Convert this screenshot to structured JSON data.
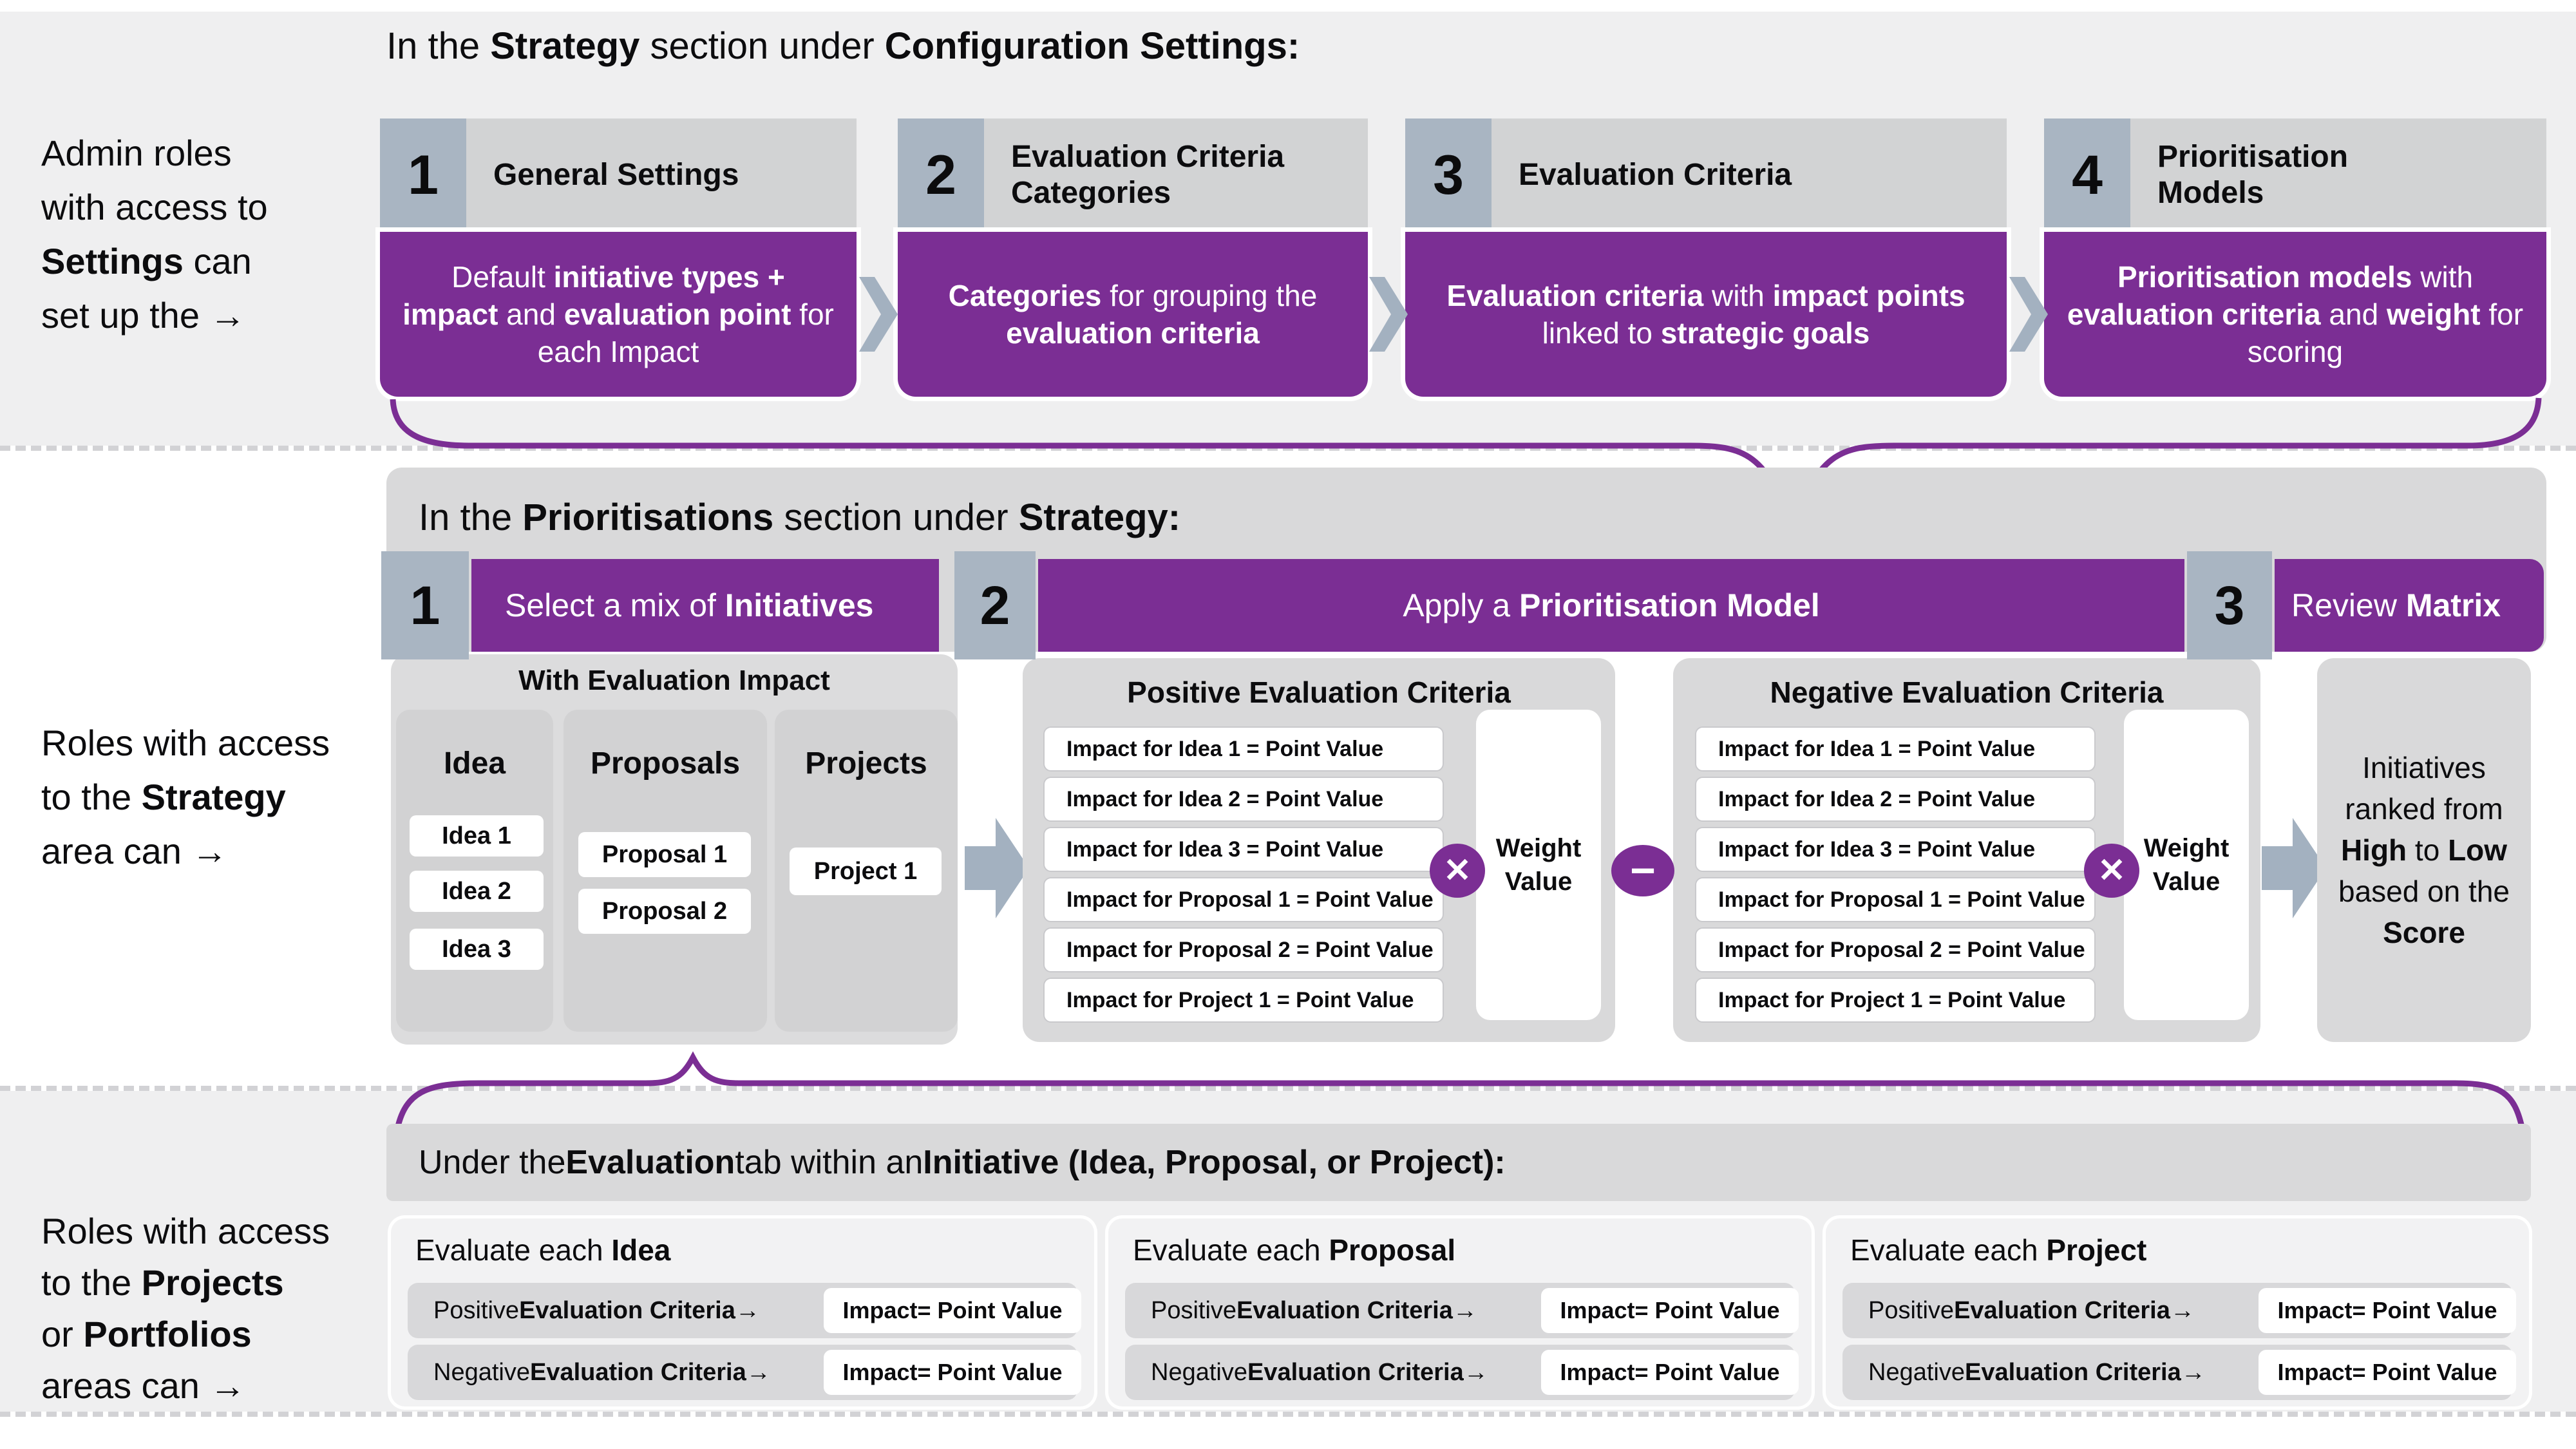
{
  "colors": {
    "purple": "#7b2e94",
    "badge_gray": "#a9b5c2",
    "header_gray": "#d2d3d4",
    "panel_gray": "#d9d9da",
    "light_band": "#efeff0",
    "arrow_gray": "#a3b1c0"
  },
  "top": {
    "title": [
      {
        "t": "In the "
      },
      {
        "t": "Strategy",
        "b": 1
      },
      {
        "t": " section under "
      },
      {
        "t": "Configuration Settings:",
        "b": 1
      }
    ],
    "aside": {
      "lines": [
        [
          {
            "t": "Admin roles"
          }
        ],
        [
          {
            "t": "with access to"
          }
        ],
        [
          {
            "t": "Settings",
            "b": 1
          },
          {
            "t": " can"
          }
        ],
        [
          {
            "t": "set up the →"
          }
        ]
      ]
    },
    "cards": [
      {
        "num": "1",
        "header": "General Settings",
        "body": [
          {
            "t": "Default "
          },
          {
            "t": "initiative types + impact",
            "b": 1
          },
          {
            "t": " and "
          },
          {
            "t": "evaluation point",
            "b": 1
          },
          {
            "t": " for each Impact"
          }
        ]
      },
      {
        "num": "2",
        "header": "Evaluation Criteria Categories",
        "body": [
          {
            "t": "Categories",
            "b": 1
          },
          {
            "t": " for grouping the "
          },
          {
            "t": "evaluation criteria",
            "b": 1
          }
        ]
      },
      {
        "num": "3",
        "header": "Evaluation Criteria",
        "body": [
          {
            "t": "Evaluation criteria",
            "b": 1
          },
          {
            "t": " with "
          },
          {
            "t": "impact points",
            "b": 1
          },
          {
            "t": "  linked to "
          },
          {
            "t": "strategic goals",
            "b": 1
          }
        ]
      },
      {
        "num": "4",
        "header": "Prioritisation Models",
        "body": [
          {
            "t": "Prioritisation models",
            "b": 1
          },
          {
            "t": " with "
          },
          {
            "t": "evaluation criteria",
            "b": 1
          },
          {
            "t": " and "
          },
          {
            "t": "weight",
            "b": 1
          },
          {
            "t": " for scoring"
          }
        ]
      }
    ]
  },
  "middle": {
    "header": [
      {
        "t": "In the "
      },
      {
        "t": "Prioritisations",
        "b": 1
      },
      {
        "t": " section under "
      },
      {
        "t": "Strategy:",
        "b": 1
      }
    ],
    "aside": {
      "lines": [
        [
          {
            "t": "Roles with access"
          }
        ],
        [
          {
            "t": "to the "
          },
          {
            "t": "Strategy",
            "b": 1
          }
        ],
        [
          {
            "t": "area can →"
          }
        ]
      ]
    },
    "steps": [
      {
        "num": "1",
        "label": [
          {
            "t": "Select a mix of "
          },
          {
            "t": "Initiatives",
            "b": 1
          }
        ]
      },
      {
        "num": "2",
        "label": [
          {
            "t": "Apply a "
          },
          {
            "t": "Prioritisation Model",
            "b": 1
          }
        ]
      },
      {
        "num": "3",
        "label": [
          {
            "t": "Review "
          },
          {
            "t": "Matrix",
            "b": 1
          }
        ]
      }
    ],
    "with_impact_title": "With Evaluation Impact",
    "columns": [
      {
        "title": "Idea",
        "items": [
          "Idea 1",
          "Idea 2",
          "Idea 3"
        ]
      },
      {
        "title": "Proposals",
        "items": [
          "Proposal 1",
          "Proposal 2"
        ]
      },
      {
        "title": "Projects",
        "items": [
          "Project 1"
        ]
      }
    ],
    "positive_title": "Positive Evaluation Criteria",
    "negative_title": "Negative Evaluation Criteria",
    "impact_rows": [
      "Impact for Idea 1 = Point Value",
      "Impact for Idea 2 = Point Value",
      "Impact for Idea 3 = Point Value",
      "Impact for Proposal 1 = Point Value",
      "Impact for Proposal 2 = Point Value",
      "Impact for Project 1 = Point Value"
    ],
    "weight_label": "Weight Value",
    "multiply_symbol": "✕",
    "minus_symbol": "−",
    "result": [
      {
        "t": "Initiatives ranked from "
      },
      {
        "t": "High",
        "b": 1
      },
      {
        "t": " to "
      },
      {
        "t": "Low",
        "b": 1
      },
      {
        "t": " based on the "
      },
      {
        "t": "Score",
        "b": 1
      }
    ]
  },
  "bottom": {
    "header": [
      {
        "t": "Under the "
      },
      {
        "t": "Evaluation",
        "b": 1
      },
      {
        "t": " tab within an "
      },
      {
        "t": "Initiative (Idea, Proposal, or Project):",
        "b": 1
      }
    ],
    "aside": {
      "lines": [
        [
          {
            "t": "Roles with access"
          }
        ],
        [
          {
            "t": "to the "
          },
          {
            "t": "Projects",
            "b": 1
          }
        ],
        [
          {
            "t": "or "
          },
          {
            "t": "Portfolios",
            "b": 1
          }
        ],
        [
          {
            "t": "areas can →"
          }
        ]
      ]
    },
    "panels": [
      {
        "title": [
          {
            "t": "Evaluate each "
          },
          {
            "t": "Idea",
            "b": 1
          }
        ]
      },
      {
        "title": [
          {
            "t": "Evaluate each "
          },
          {
            "t": "Proposal",
            "b": 1
          }
        ]
      },
      {
        "title": [
          {
            "t": "Evaluate each "
          },
          {
            "t": "Project",
            "b": 1
          }
        ]
      }
    ],
    "row_pos": [
      {
        "t": "Positive "
      },
      {
        "t": "Evaluation Criteria",
        "b": 1
      },
      {
        "t": "  →"
      }
    ],
    "row_neg": [
      {
        "t": "Negative "
      },
      {
        "t": "Evaluation Criteria",
        "b": 1
      },
      {
        "t": "  →"
      }
    ],
    "chip": [
      {
        "t": "Impact",
        "b": 1
      },
      {
        "t": "  = Point Value"
      }
    ]
  }
}
